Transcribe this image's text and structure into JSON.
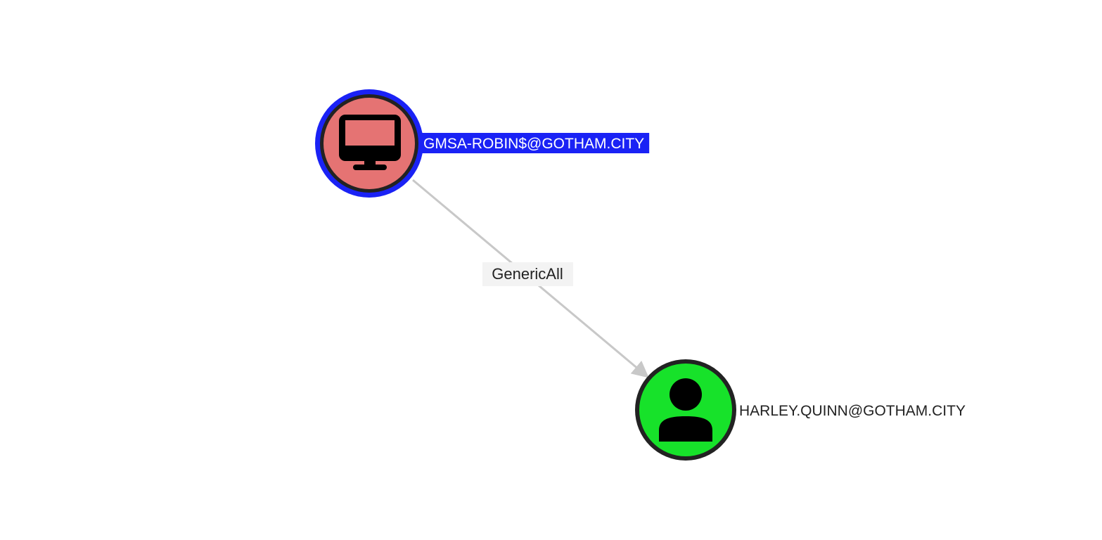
{
  "graph": {
    "nodes": [
      {
        "id": "gmsa-robin",
        "label": "GMSA-ROBIN$@GOTHAM.CITY",
        "type": "computer",
        "icon": "computer-monitor-icon",
        "fill_color": "#e57373",
        "ring_color": "#222222",
        "selected": true,
        "highlight_color": "#1a22f5",
        "label_text_color": "#ffffff"
      },
      {
        "id": "harley-quinn",
        "label": "HARLEY.QUINN@GOTHAM.CITY",
        "type": "user",
        "icon": "user-person-icon",
        "fill_color": "#17e22a",
        "ring_color": "#222222",
        "selected": false,
        "label_text_color": "#222222"
      }
    ],
    "edges": [
      {
        "from": "gmsa-robin",
        "to": "harley-quinn",
        "label": "GenericAll",
        "line_color": "#c8c8c8",
        "label_background": "#f3f3f3"
      }
    ]
  }
}
